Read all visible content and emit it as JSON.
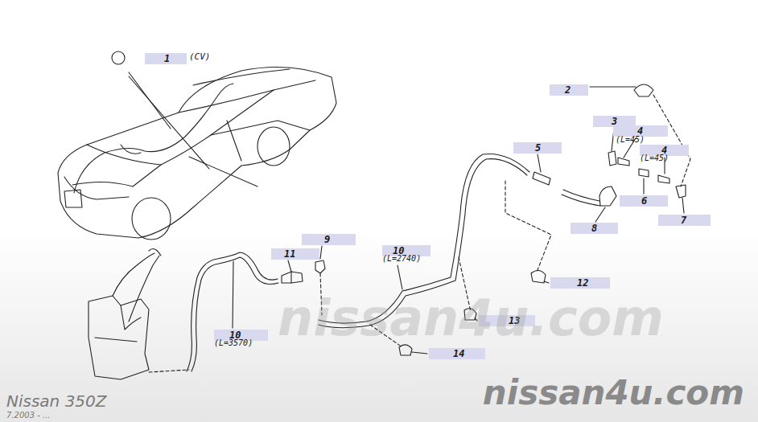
{
  "diagram": {
    "nodes": [
      {
        "text": [
          "1"
        ]
      },
      {
        "text": [
          "2"
        ]
      },
      {
        "text": [
          "3"
        ]
      },
      {
        "text": [
          "4"
        ]
      },
      {
        "text": [
          "4"
        ]
      },
      {
        "text": [
          "5"
        ]
      },
      {
        "text": [
          "6"
        ]
      },
      {
        "text": [
          "7"
        ]
      },
      {
        "text": [
          "8"
        ]
      },
      {
        "text": [
          "9"
        ]
      },
      {
        "text": [
          "10"
        ]
      },
      {
        "text": [
          "11"
        ]
      },
      {
        "text": [
          "10"
        ]
      },
      {
        "text": [
          "12"
        ]
      },
      {
        "text": [
          "13"
        ]
      },
      {
        "text": [
          "14"
        ]
      }
    ],
    "labels": [
      "(CV)",
      "(L=45)",
      "(L=45)",
      "(L=2740)",
      "(L=3570)",
      "nissan4u.com",
      "Nissan 350Z",
      "7.2003 - ...",
      "nissan4u.com"
    ]
  }
}
